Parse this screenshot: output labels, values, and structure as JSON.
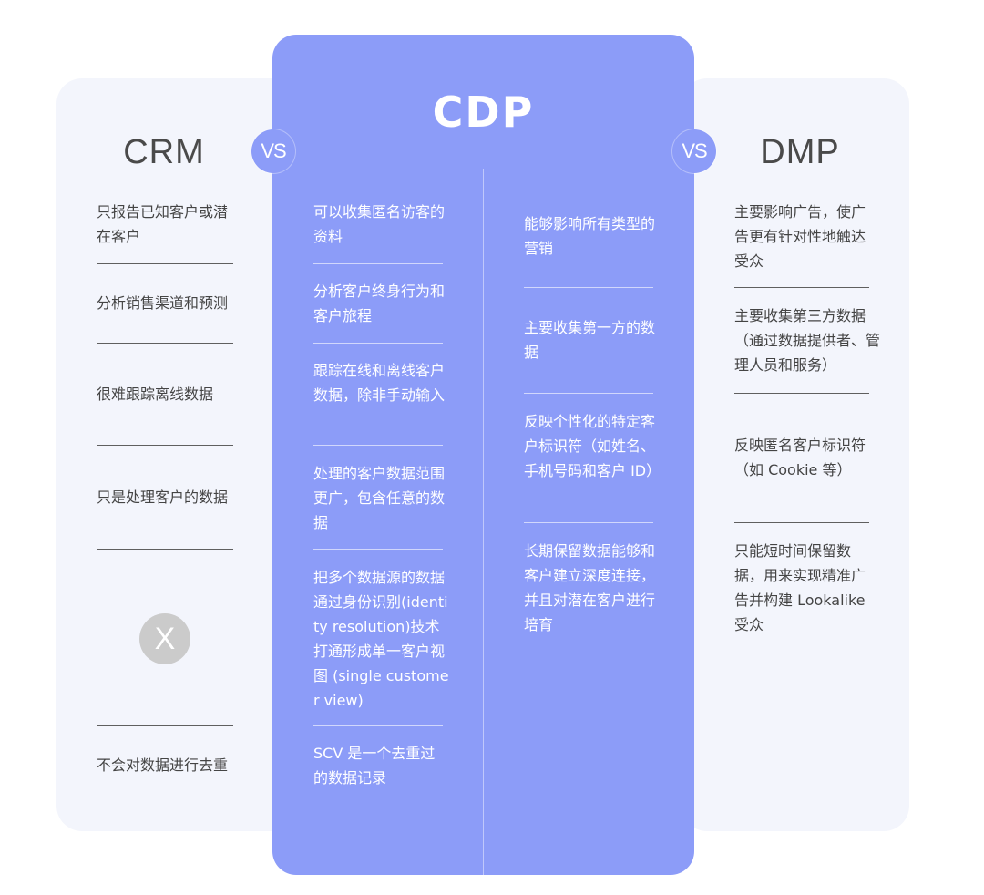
{
  "crm": {
    "title": "CRM",
    "items": [
      "只报告已知客户或潜在客户",
      "分析销售渠道和预测",
      "很难跟踪离线数据",
      "只是处理客户的数据",
      "不会对数据进行去重"
    ],
    "x_mark": "X"
  },
  "cdp": {
    "title": "CDP",
    "left_items": [
      "可以收集匿名访客的资料",
      "分析客户终身行为和客户旅程",
      "跟踪在线和离线客户数据，除非手动输入",
      "处理的客户数据范围更广，包含任意的数据",
      "把多个数据源的数据通过身份识别(identity resolution)技术打通形成单一客户视图 (single customer view)",
      "SCV 是一个去重过的数据记录"
    ],
    "right_items": [
      "能够影响所有类型的营销",
      "主要收集第一方的数据",
      "反映个性化的特定客户标识符（如姓名、手机号码和客户 ID）",
      "长期保留数据能够和客户建立深度连接，并且对潜在客户进行培育"
    ]
  },
  "dmp": {
    "title": "DMP",
    "items": [
      "主要影响广告，使广告更有针对性地触达受众",
      "主要收集第三方数据（通过数据提供者、管理人员和服务）",
      "反映匿名客户标识符（如 Cookie 等）",
      "只能短时间保留数据，用来实现精准广告并构建 Lookalike 受众"
    ]
  },
  "vs_label": "VS",
  "colors": {
    "cdp_panel": "#8c9cf8",
    "side_panel": "#f3f5fc",
    "x_mark": "#cbcbcb"
  }
}
